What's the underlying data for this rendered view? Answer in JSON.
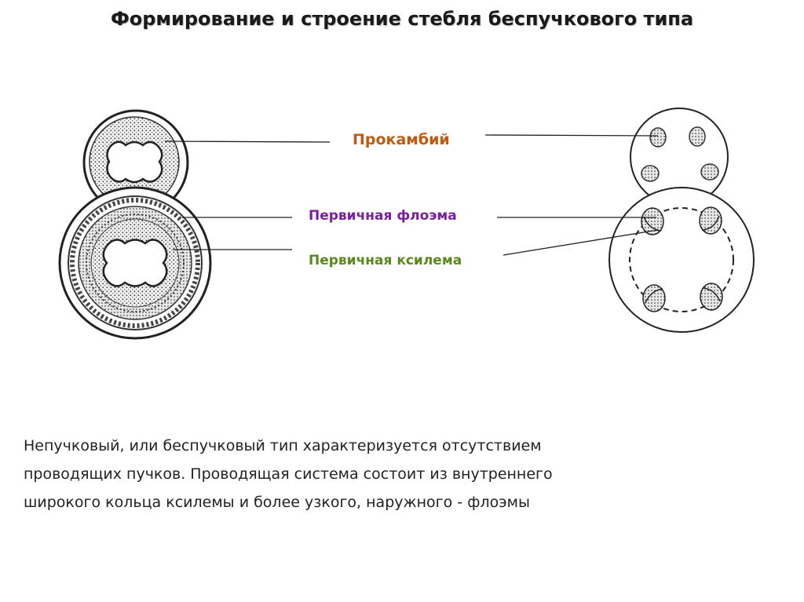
{
  "slide": {
    "title": "Формирование и строение стебля беспучкового типа"
  },
  "labels": {
    "procambium": "Прокамбий",
    "primary_phloem": "Первичная флоэма",
    "primary_xylem": "Первичная ксилема"
  },
  "colors": {
    "procambium": "#c05a10",
    "primary_phloem": "#7a1fa2",
    "primary_xylem": "#5a8a1e"
  },
  "description": {
    "line1": "Непучковый, или беспучковый тип характеризуется отсутствием",
    "line2": "проводящих пучков. Проводящая система состоит из внутреннего",
    "line3": "широкого кольца ксилемы и более узкого, наружного - флоэмы"
  }
}
